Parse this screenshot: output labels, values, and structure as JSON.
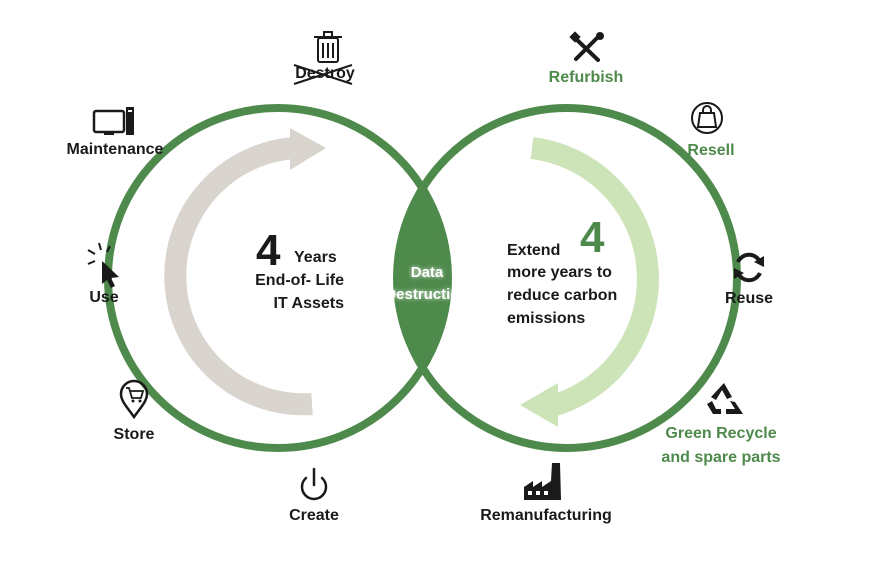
{
  "colors": {
    "ring": "#4e8a4b",
    "lens": "#4e8a4b",
    "left_arrow": "#d9d4cd",
    "right_arrow": "#cde3b8",
    "green_text": "#4e8a4b",
    "dark_text": "#1a1a1a"
  },
  "center": {
    "line1": "Data",
    "line2": "Destruction"
  },
  "left_cycle": {
    "number": "4",
    "line1": "Years",
    "line2": "End-of- Life",
    "line3": "IT Assets",
    "stages": [
      {
        "label": "Destroy",
        "icon": "trash-crossed-icon"
      },
      {
        "label": "Maintenance",
        "icon": "computer-icon"
      },
      {
        "label": "Use",
        "icon": "cursor-click-icon"
      },
      {
        "label": "Store",
        "icon": "shopping-cart-pin-icon"
      },
      {
        "label": "Create",
        "icon": "power-icon"
      }
    ]
  },
  "right_cycle": {
    "number": "4",
    "line1": "Extend",
    "line2": "more years to",
    "line3": "reduce carbon",
    "line4": "emissions",
    "stages": [
      {
        "label": "Refurbish",
        "icon": "tools-icon"
      },
      {
        "label": "Resell",
        "icon": "shopping-bag-icon"
      },
      {
        "label": "Reuse",
        "icon": "refresh-icon"
      },
      {
        "label": "Green Recycle",
        "label2": "and spare parts",
        "icon": "recycle-icon"
      },
      {
        "label": "Remanufacturing",
        "icon": "factory-icon"
      }
    ]
  }
}
